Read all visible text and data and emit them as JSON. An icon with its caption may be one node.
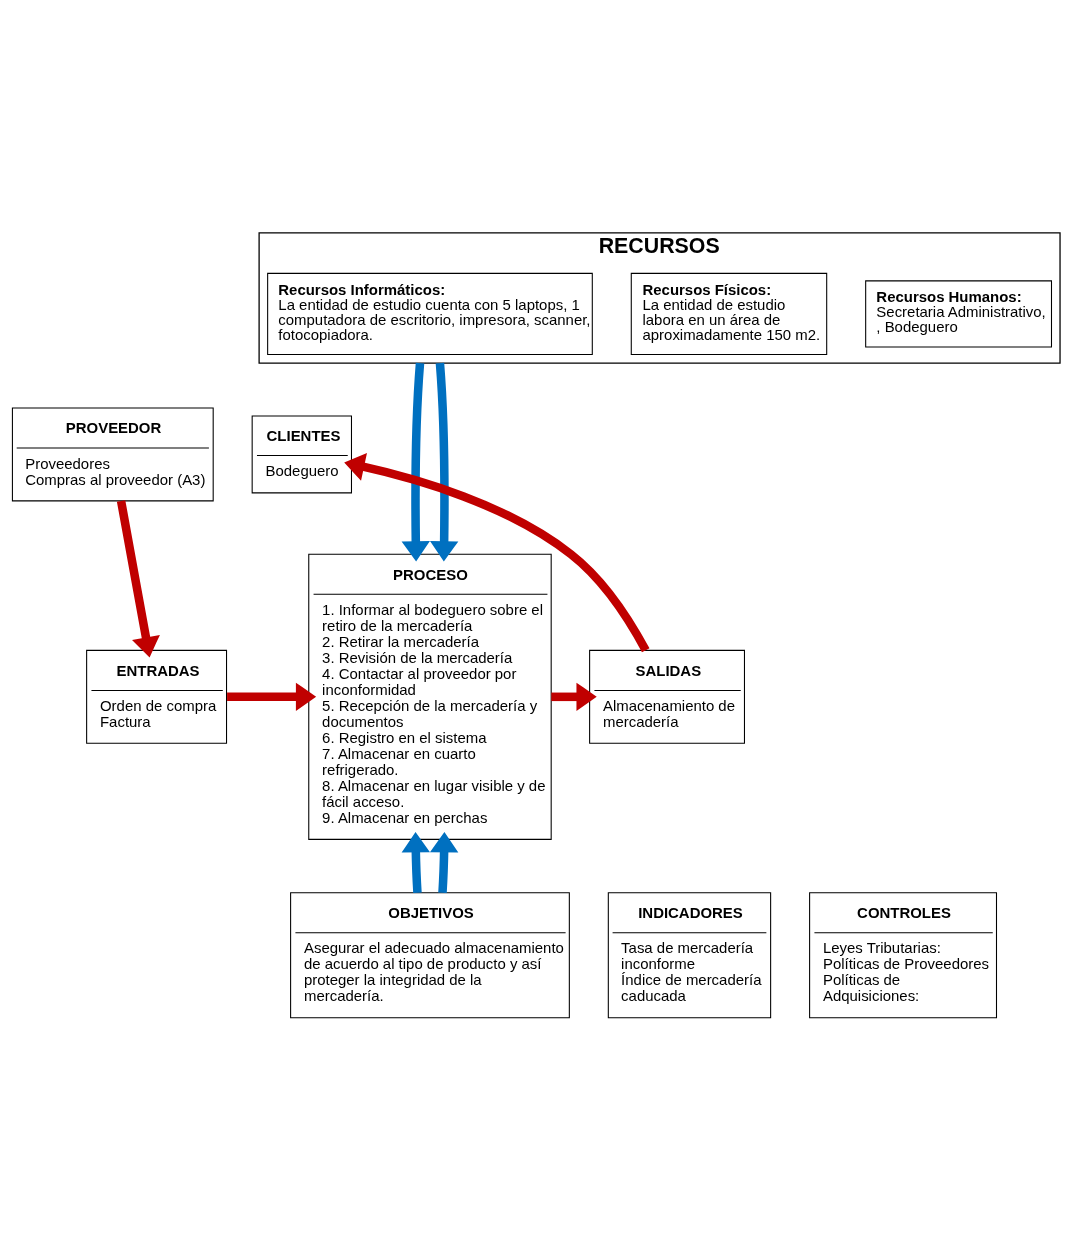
{
  "diagram": {
    "nodes": [
      {
        "text": [
          "RECURSOS"
        ]
      },
      {
        "text": [
          "Recursos Humanos:",
          "Secretaria Administrativo, , Bodeguero"
        ],
        "in": 0
      },
      {
        "text": [
          "Recursos Físicos:",
          "La entidad de estudio labora en un área de aproximadamente 150 m2."
        ],
        "in": 0
      },
      {
        "text": [
          "Recursos Informáticos:",
          "La entidad de estudio cuenta con 5 laptops, 1 computadora de escritorio, impresora, scanner, fotocopiadora."
        ],
        "in": 0
      },
      {
        "text": [
          "PROVEEDOR",
          "Proveedores",
          "Compras al proveedor (A3)"
        ]
      },
      {
        "text": [
          "PROCESO",
          "1. Informar al bodeguero sobre el retiro de la mercadería",
          "2. Retirar la mercadería",
          "3. Revisión de la mercadería",
          "4. Contactar al proveedor por inconformidad",
          "5. Recepción de la mercadería y documentos",
          "6. Registro en el sistema",
          "7. Almacenar en cuarto refrigerado.",
          "8. Almacenar en lugar visible y de fácil acceso.",
          "9. Almacenar en perchas"
        ]
      },
      {
        "text": [
          "CLIENTES",
          "Bodeguero"
        ]
      },
      {
        "text": [
          "ENTRADAS",
          "Orden de compra",
          "Factura"
        ]
      },
      {
        "text": [
          "SALIDAS",
          "Almacenamiento de mercadería"
        ]
      },
      {
        "text": [
          "INDICADORES",
          "Tasa de mercadería inconforme",
          "Índice de mercadería caducada"
        ]
      },
      {
        "text": [
          "OBJETIVOS",
          "Asegurar el adecuado almacenamiento de acuerdo al tipo de producto y así proteger la integridad de la mercadería."
        ]
      },
      {
        "text": [
          "CONTROLES",
          "Leyes Tributarias:",
          "Políticas de Proveedores",
          "Políticas de Adquisiciones:"
        ]
      }
    ],
    "edges": [
      {
        "from": 0,
        "to": 5,
        "arrow": "to",
        "color": "#0070c0"
      },
      {
        "from": 0,
        "to": 5,
        "arrow": "to",
        "color": "#0070c0"
      },
      {
        "from": 4,
        "to": 7,
        "arrow": "to",
        "color": "#c00000"
      },
      {
        "from": 7,
        "to": 5,
        "arrow": "to",
        "color": "#c00000"
      },
      {
        "from": 5,
        "to": 8,
        "arrow": "to",
        "color": "#c00000"
      },
      {
        "from": 8,
        "to": 6,
        "arrow": "to",
        "color": "#c00000"
      },
      {
        "from": 10,
        "to": 5,
        "arrow": "to",
        "color": "#0070c0"
      },
      {
        "from": 10,
        "to": 5,
        "arrow": "to",
        "color": "#0070c0"
      }
    ]
  }
}
